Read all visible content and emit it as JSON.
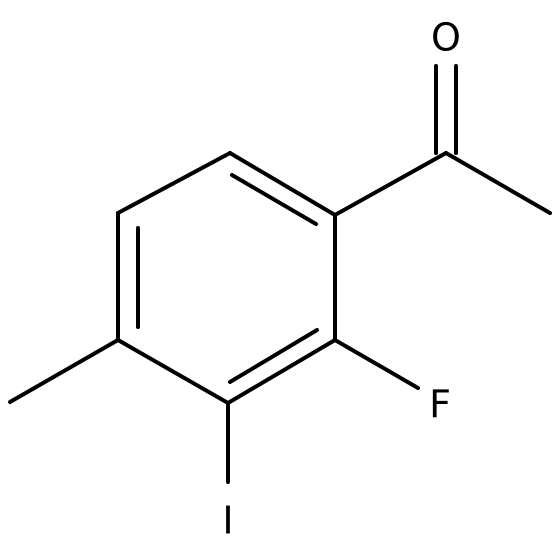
{
  "molecule": {
    "atoms": {
      "oxygen": "O",
      "fluorine": "F",
      "iodine": "I"
    },
    "colors": {
      "bond": "#000000",
      "label": "#000000",
      "background": "#ffffff"
    }
  }
}
